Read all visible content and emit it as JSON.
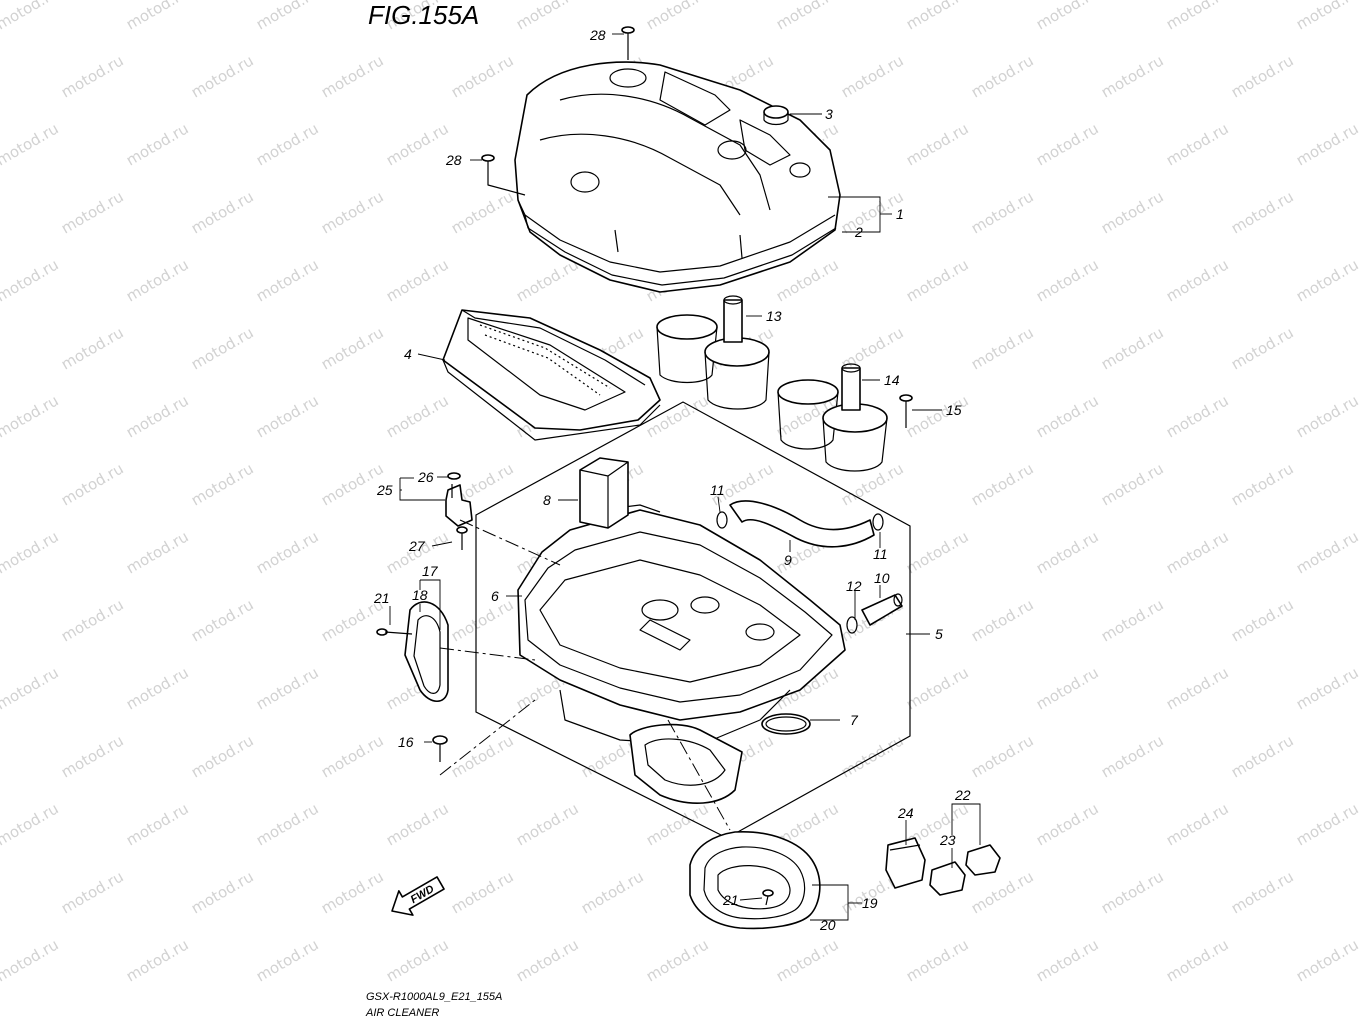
{
  "figure": {
    "title": "FIG.155A"
  },
  "footer": {
    "model_code": "GSX-R1000AL9_E21_155A",
    "section_name": "AIR CLEANER"
  },
  "watermark": {
    "text": "motod.ru"
  },
  "direction_marker": {
    "text": "FWD"
  },
  "callouts": [
    {
      "id": "28a",
      "label": "28"
    },
    {
      "id": "3",
      "label": "3"
    },
    {
      "id": "28b",
      "label": "28"
    },
    {
      "id": "1",
      "label": "1"
    },
    {
      "id": "2",
      "label": "2"
    },
    {
      "id": "13",
      "label": "13"
    },
    {
      "id": "4",
      "label": "4"
    },
    {
      "id": "14",
      "label": "14"
    },
    {
      "id": "15",
      "label": "15"
    },
    {
      "id": "26",
      "label": "26"
    },
    {
      "id": "25",
      "label": "25"
    },
    {
      "id": "8",
      "label": "8"
    },
    {
      "id": "11a",
      "label": "11"
    },
    {
      "id": "9",
      "label": "9"
    },
    {
      "id": "11b",
      "label": "11"
    },
    {
      "id": "27",
      "label": "27"
    },
    {
      "id": "17",
      "label": "17"
    },
    {
      "id": "18",
      "label": "18"
    },
    {
      "id": "21a",
      "label": "21"
    },
    {
      "id": "6",
      "label": "6"
    },
    {
      "id": "12",
      "label": "12"
    },
    {
      "id": "10",
      "label": "10"
    },
    {
      "id": "5",
      "label": "5"
    },
    {
      "id": "7",
      "label": "7"
    },
    {
      "id": "16",
      "label": "16"
    },
    {
      "id": "22",
      "label": "22"
    },
    {
      "id": "24",
      "label": "24"
    },
    {
      "id": "23",
      "label": "23"
    },
    {
      "id": "21b",
      "label": "21"
    },
    {
      "id": "19",
      "label": "19"
    },
    {
      "id": "20",
      "label": "20"
    }
  ],
  "colors": {
    "ink": "#000000",
    "watermark": "#d2d2d2",
    "paper": "#ffffff"
  }
}
